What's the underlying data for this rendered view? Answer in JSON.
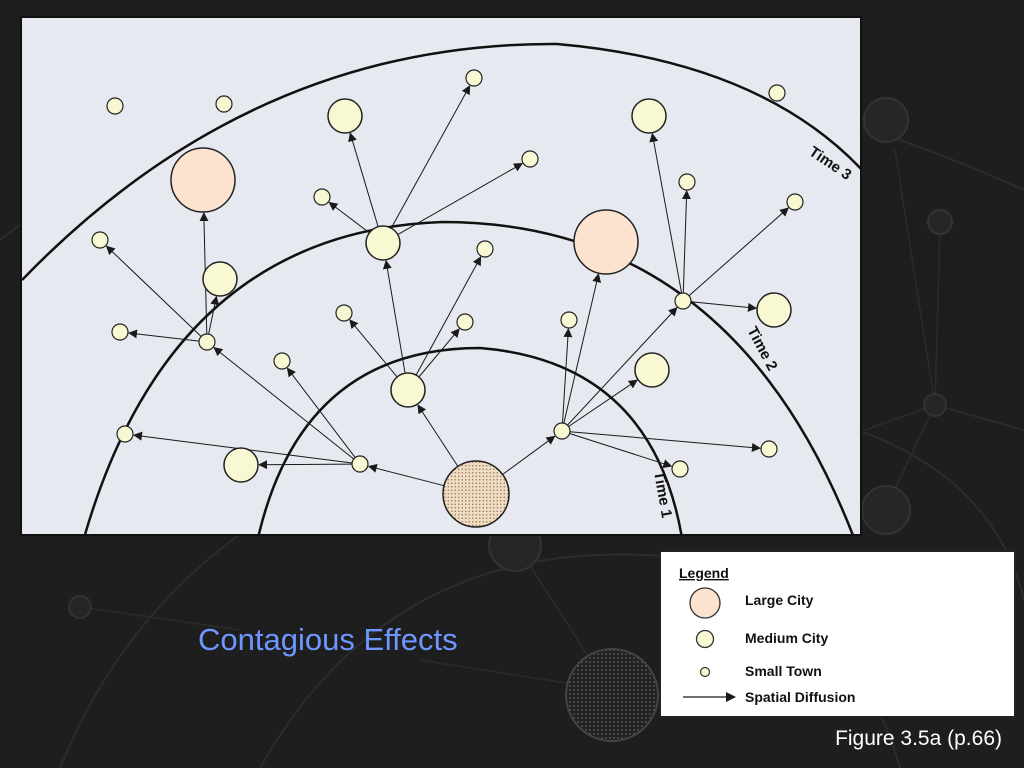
{
  "slide": {
    "title": "Contagious Effects",
    "caption": "Figure 3.5a (p.66)"
  },
  "diagram": {
    "ring_labels": [
      "Time 1",
      "Time 2",
      "Time 3"
    ]
  },
  "legend": {
    "title": "Legend",
    "items": [
      {
        "label": "Large City",
        "symbol": "large-city"
      },
      {
        "label": "Medium City",
        "symbol": "medium-city"
      },
      {
        "label": "Small Town",
        "symbol": "small-town"
      },
      {
        "label": "Spatial Diffusion",
        "symbol": "arrow"
      }
    ]
  },
  "colors": {
    "background": "#1e1e1e",
    "panel": "#e6e9f0",
    "large_city": "#fbe3cf",
    "medium_city": "#f8f9d2",
    "origin_fill": "#f0dcc0",
    "title_text": "#6e96ff",
    "caption_text": "#ffffff"
  }
}
